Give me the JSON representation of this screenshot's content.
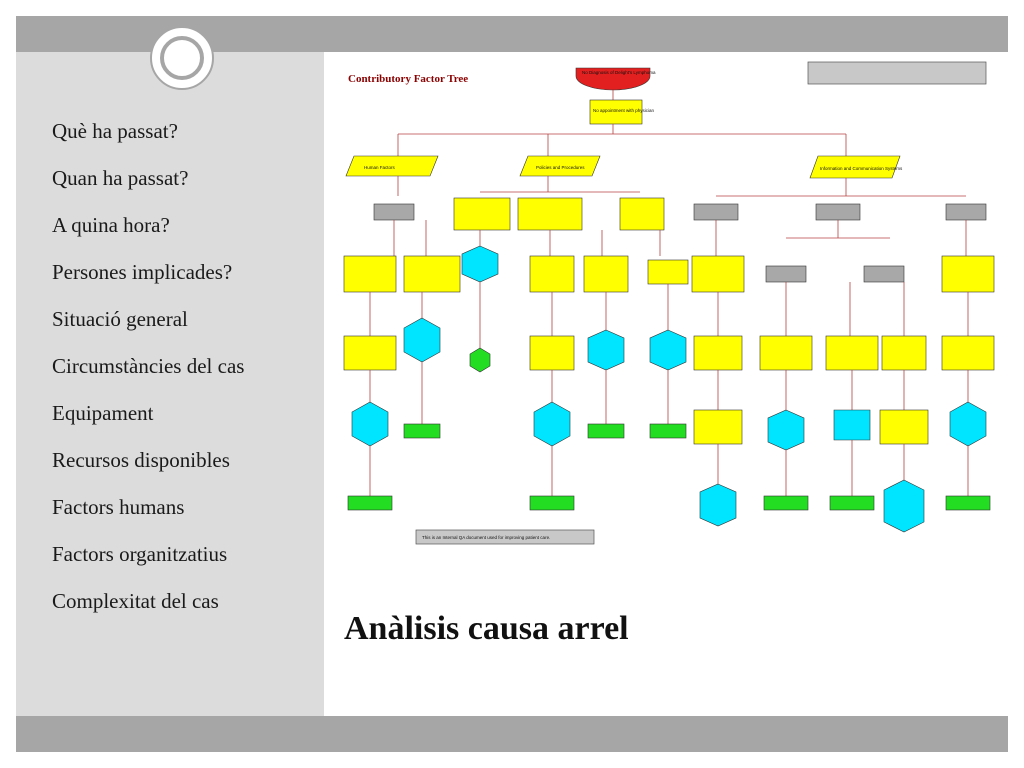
{
  "slide": {
    "title": "Anàlisis causa arrel",
    "bullets": [
      "Què ha passat?",
      "Quan ha passat?",
      "A quina hora?",
      "Persones implicades?",
      "Situació general",
      "Circumstàncies del cas",
      "Equipament",
      "Recursos disponibles",
      "Factors humans",
      "Factors organitzatius",
      "Complexitat del cas"
    ]
  },
  "diagram": {
    "title": "Contributory Factor Tree",
    "root": "No Diagnosis of Delight's Lymphoma",
    "top_node": "No appointment with physician",
    "categories": [
      "Human Factors",
      "Policies and Procedures",
      "Information and Communication Systems"
    ],
    "footer": "This is an Internal QA document used for improving patient care.",
    "colors": {
      "root": "#e32020",
      "yellow": "#ffff00",
      "cyan": "#00e5ff",
      "green": "#22dd22",
      "gray": "#a8a8a8",
      "line": "#b84040"
    }
  }
}
